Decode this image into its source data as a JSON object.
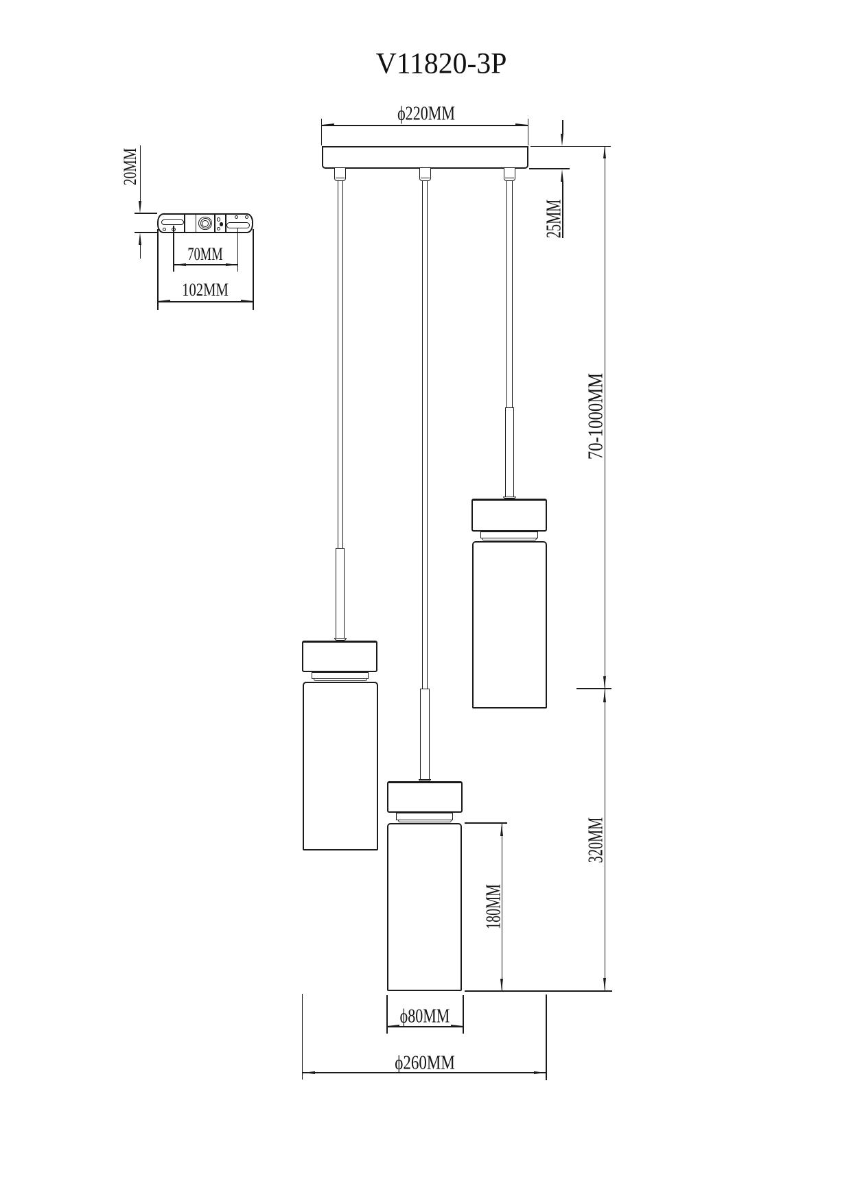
{
  "drawing": {
    "title": "V11820-3P",
    "kind": "pendant-luminaire dimension drawing",
    "background_color": "#ffffff",
    "line_color": "#1a1a1a",
    "views": {
      "front": "three-light cluster pendant with round ceiling canopy and cylindrical glass shades",
      "detail": "mounting bracket side view (top left)"
    }
  },
  "dimensions": {
    "canopy_diameter": "ϕ220MM",
    "canopy_thickness": "25MM",
    "suspension_length": "70-1000MM",
    "pendant_body_height": "320MM",
    "shade_height": "180MM",
    "shade_diameter": "ϕ80MM",
    "cluster_diameter": "ϕ260MM",
    "bracket_offset": "20MM",
    "bracket_hole_spacing": "70MM",
    "bracket_length": "102MM"
  }
}
